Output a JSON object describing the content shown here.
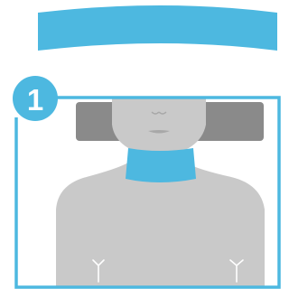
{
  "step": {
    "number": "1"
  },
  "colors": {
    "accent": "#4DB8E0",
    "figure": "#C9C9C9",
    "headrest": "#8A8A8A",
    "face_detail": "#A8A8A8",
    "background": "#FFFFFF"
  },
  "icons": {
    "collar": "cervical-collar",
    "figure": "person-silhouette"
  }
}
